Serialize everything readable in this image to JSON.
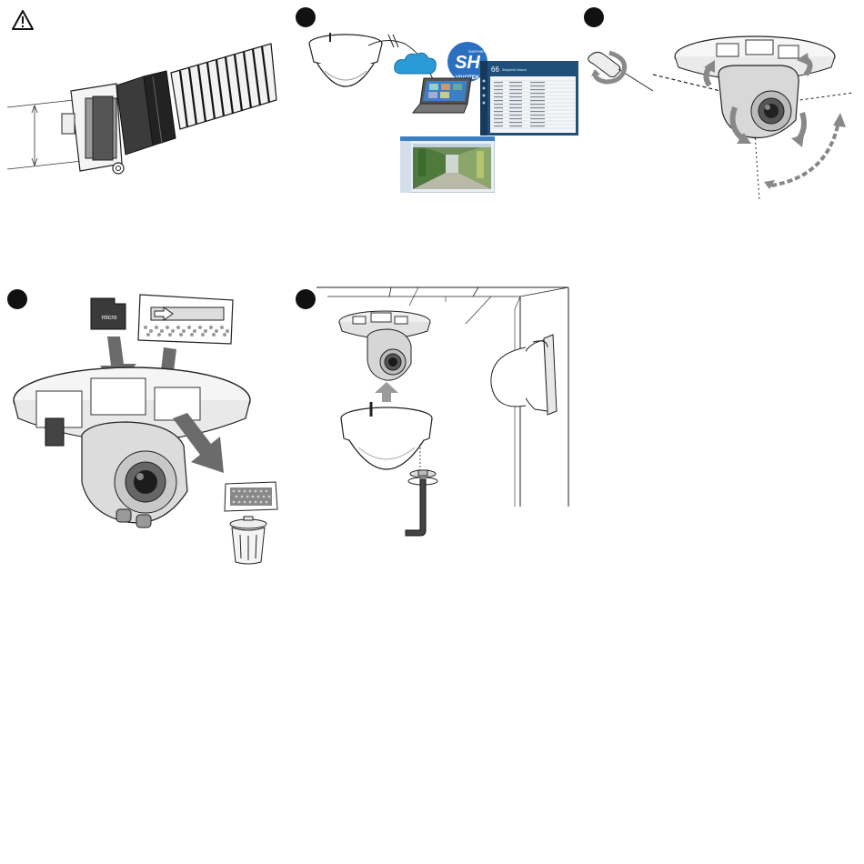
{
  "sh_logo": {
    "letters": "SH",
    "brand": "VIVOTEK",
    "ring_text": "SHEPHERD"
  },
  "software_screen": {
    "header_number": "66",
    "header_caption": "Shepherd Search"
  },
  "sd_card": {
    "label": "micro"
  },
  "colors": {
    "badge": "#111111",
    "arrow_dark": "#6b6b6b",
    "arrow_mid": "#9a9a9a",
    "cloud": "#2b9bd8",
    "screen_bg": "#1f4f7a",
    "sh_logo": "#2a6fc0"
  },
  "icons": [
    "warning-icon",
    "cloud-icon",
    "laptop-icon",
    "screwdriver-icon",
    "rotate-icon",
    "trash-can-icon",
    "hex-key-icon",
    "arrow-up-icon"
  ]
}
